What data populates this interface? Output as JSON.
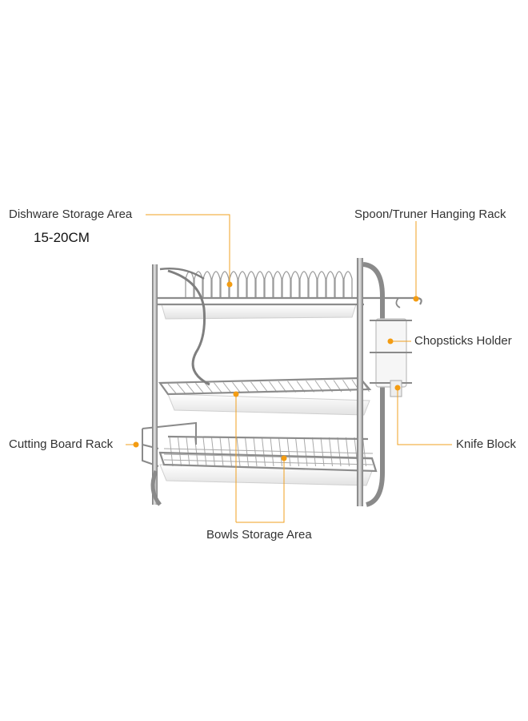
{
  "annotations": {
    "dishware": "Dishware Storage Area",
    "size_note": "15-20CM",
    "spoon": "Spoon/Truner Hanging Rack",
    "chopsticks": "Chopsticks Holder",
    "cutting_board": "Cutting Board Rack",
    "knife_block": "Knife Block",
    "bowls": "Bowls Storage Area"
  },
  "colors": {
    "leader": "#f0a020",
    "dot": "#f39c12",
    "chrome": "#8a8a8a",
    "chrome_light": "#c8c8c8",
    "tray": "#f4f4f4"
  }
}
